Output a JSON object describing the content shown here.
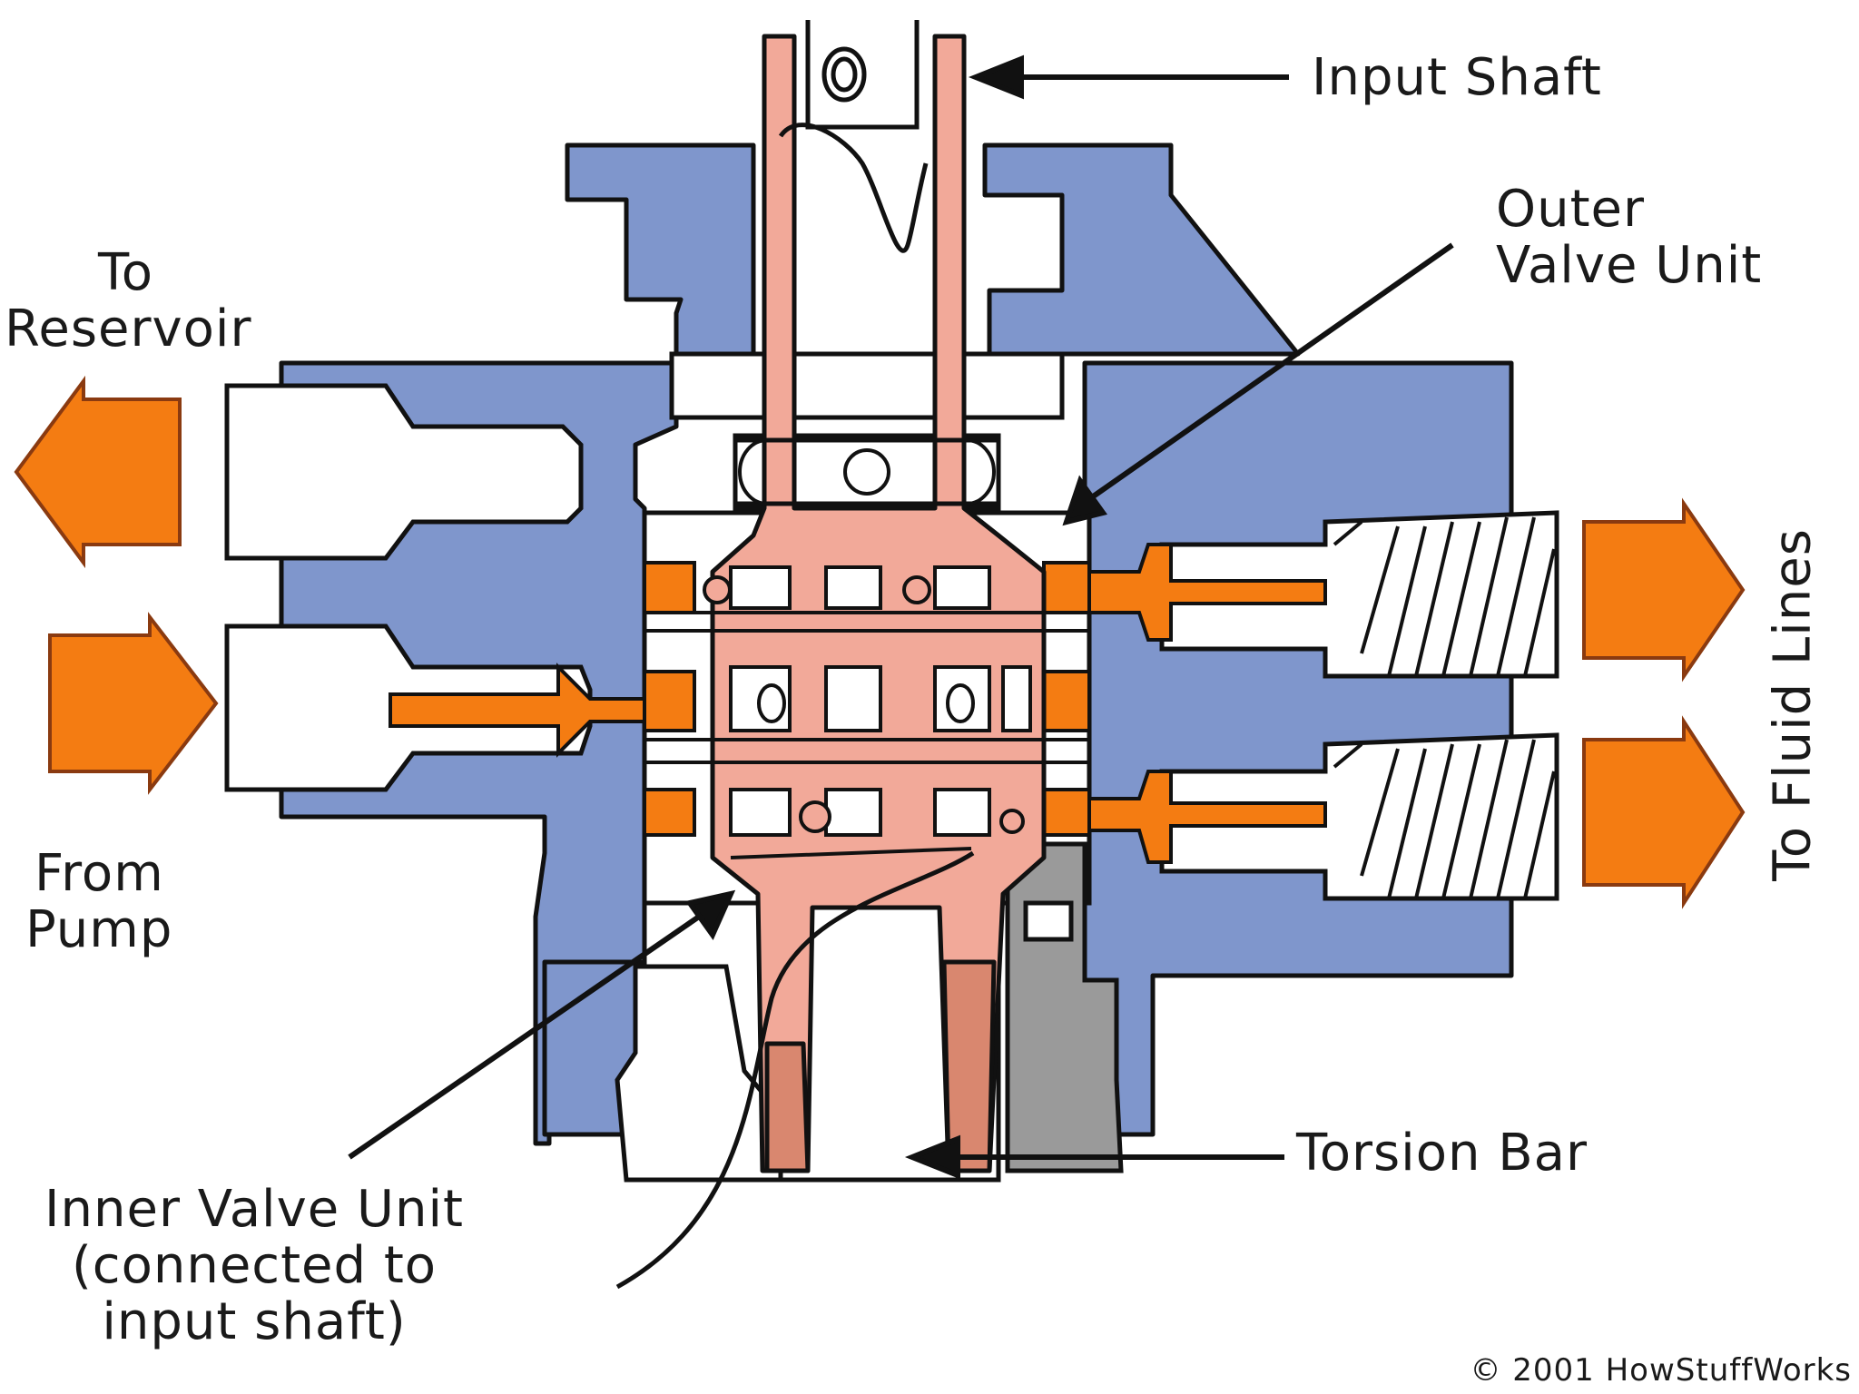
{
  "labels": {
    "input_shaft": "Input Shaft",
    "outer_valve_line1": "Outer",
    "outer_valve_line2": "Valve Unit",
    "to_reservoir_line1": "To",
    "to_reservoir_line2": "Reservoir",
    "from_pump_line1": "From",
    "from_pump_line2": "Pump",
    "to_fluid_lines": "To Fluid Lines",
    "torsion_bar": "Torsion Bar",
    "inner_valve_line1": "Inner Valve Unit",
    "inner_valve_line2": "(connected to",
    "inner_valve_line3": "input shaft)"
  },
  "copyright": "© 2001 HowStuffWorks",
  "colors": {
    "housing": "#7f96cc",
    "shaft": "#f2a999",
    "shaft_dark": "#d9876f",
    "fluid": "#f47c12",
    "arrow_outline": "#8a3a10",
    "gray_part": "#9a9a9a",
    "line": "#111111"
  }
}
